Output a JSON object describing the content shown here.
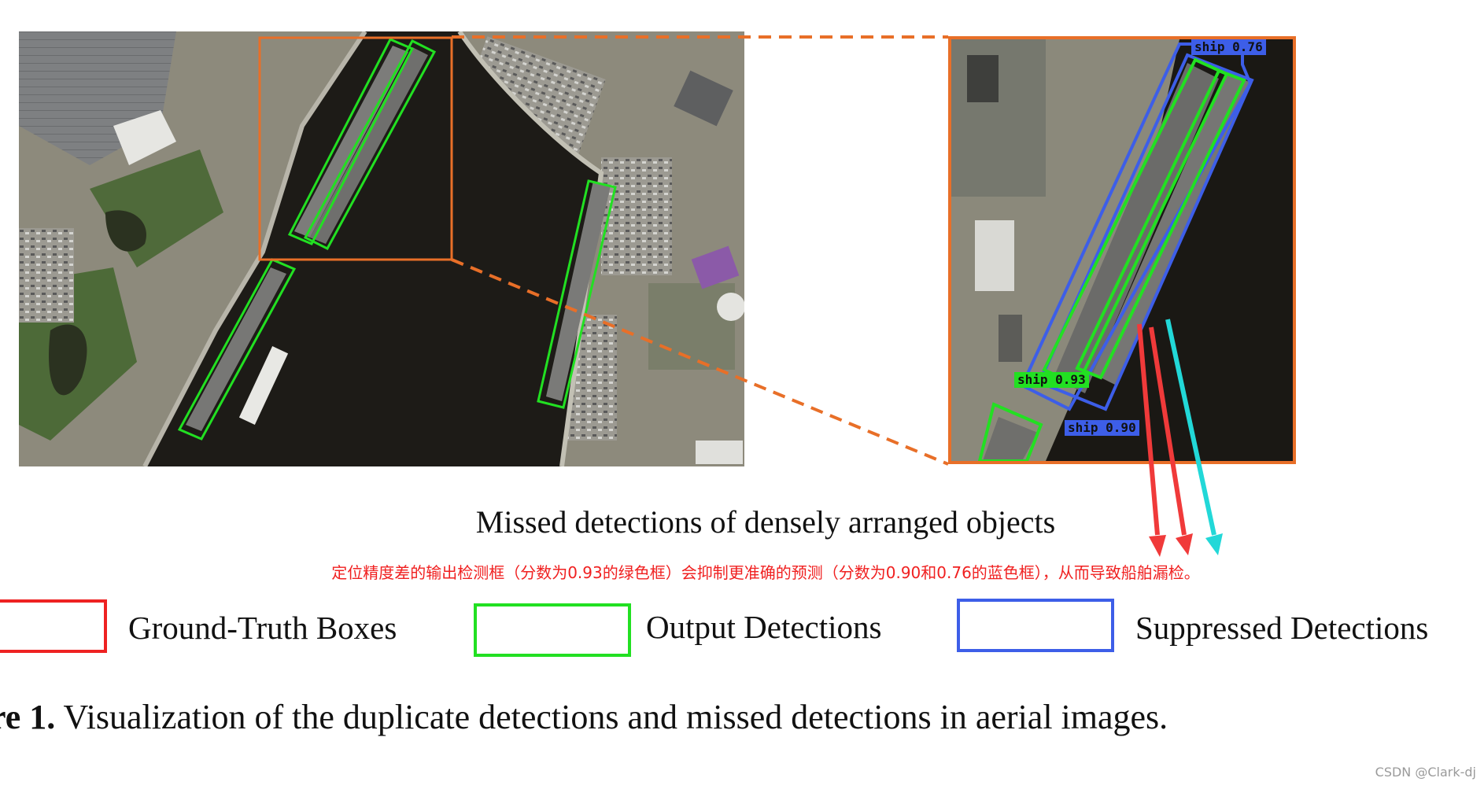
{
  "figure": {
    "missed_caption": "Missed detections of densely arranged objects",
    "note_cn": "定位精度差的输出检测框（分数为0.93的绿色框）会抑制更准确的预测（分数为0.90和0.76的蓝色框），从而导致船舶漏检。",
    "detection_labels": [
      {
        "text": "ship 0.76",
        "color": "#3d5ee8"
      },
      {
        "text": "ship 0.93",
        "color": "#22e022"
      },
      {
        "text": "ship 0.90",
        "color": "#3d5ee8"
      }
    ],
    "legend": [
      {
        "label": "Ground-Truth Boxes",
        "color": "#ee2222"
      },
      {
        "label": "Output Detections",
        "color": "#22e022"
      },
      {
        "label": "Suppressed Detections",
        "color": "#3d5ee8"
      }
    ],
    "caption_prefix": "re 1.",
    "caption_text": " Visualization of the duplicate detections and missed detections in aerial images.",
    "zoom_frame_color": "#e86f28",
    "arrow_colors": [
      "#f03a3a",
      "#f03a3a",
      "#22d8d8"
    ]
  },
  "watermark": "CSDN @Clark-dj"
}
